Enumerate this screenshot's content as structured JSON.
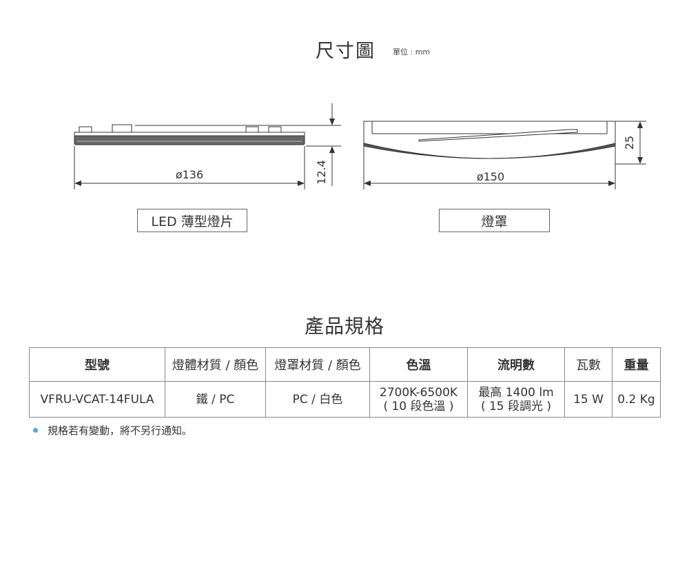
{
  "header": {
    "title": "尺寸圖",
    "unit": "單位 : mm"
  },
  "drawing": {
    "led_plate": {
      "diameter": "ø136",
      "thickness": "12.4",
      "label": "LED 薄型燈片"
    },
    "cover": {
      "diameter": "ø150",
      "height": "25",
      "label": "燈罩"
    }
  },
  "specs": {
    "title": "產品規格",
    "columns": [
      "型號",
      "燈體材質 / 顏色",
      "燈罩材質 / 顏色",
      "色溫",
      "流明數",
      "瓦數",
      "重量"
    ],
    "row": {
      "model": "VFRU-VCAT-14FULA",
      "body_material": "鐵 / PC",
      "cover_material": "PC / 白色",
      "color_temp_line1": "2700K-6500K",
      "color_temp_line2": "( 10 段色溫 )",
      "lumen_line1": "最高 1400 lm",
      "lumen_line2": "( 15 段調光 )",
      "wattage": "15 W",
      "weight": "0.2 Kg"
    }
  },
  "note": {
    "text": "規格若有變動，將不另行通知。",
    "bullet_color": "#5aa6d6"
  }
}
